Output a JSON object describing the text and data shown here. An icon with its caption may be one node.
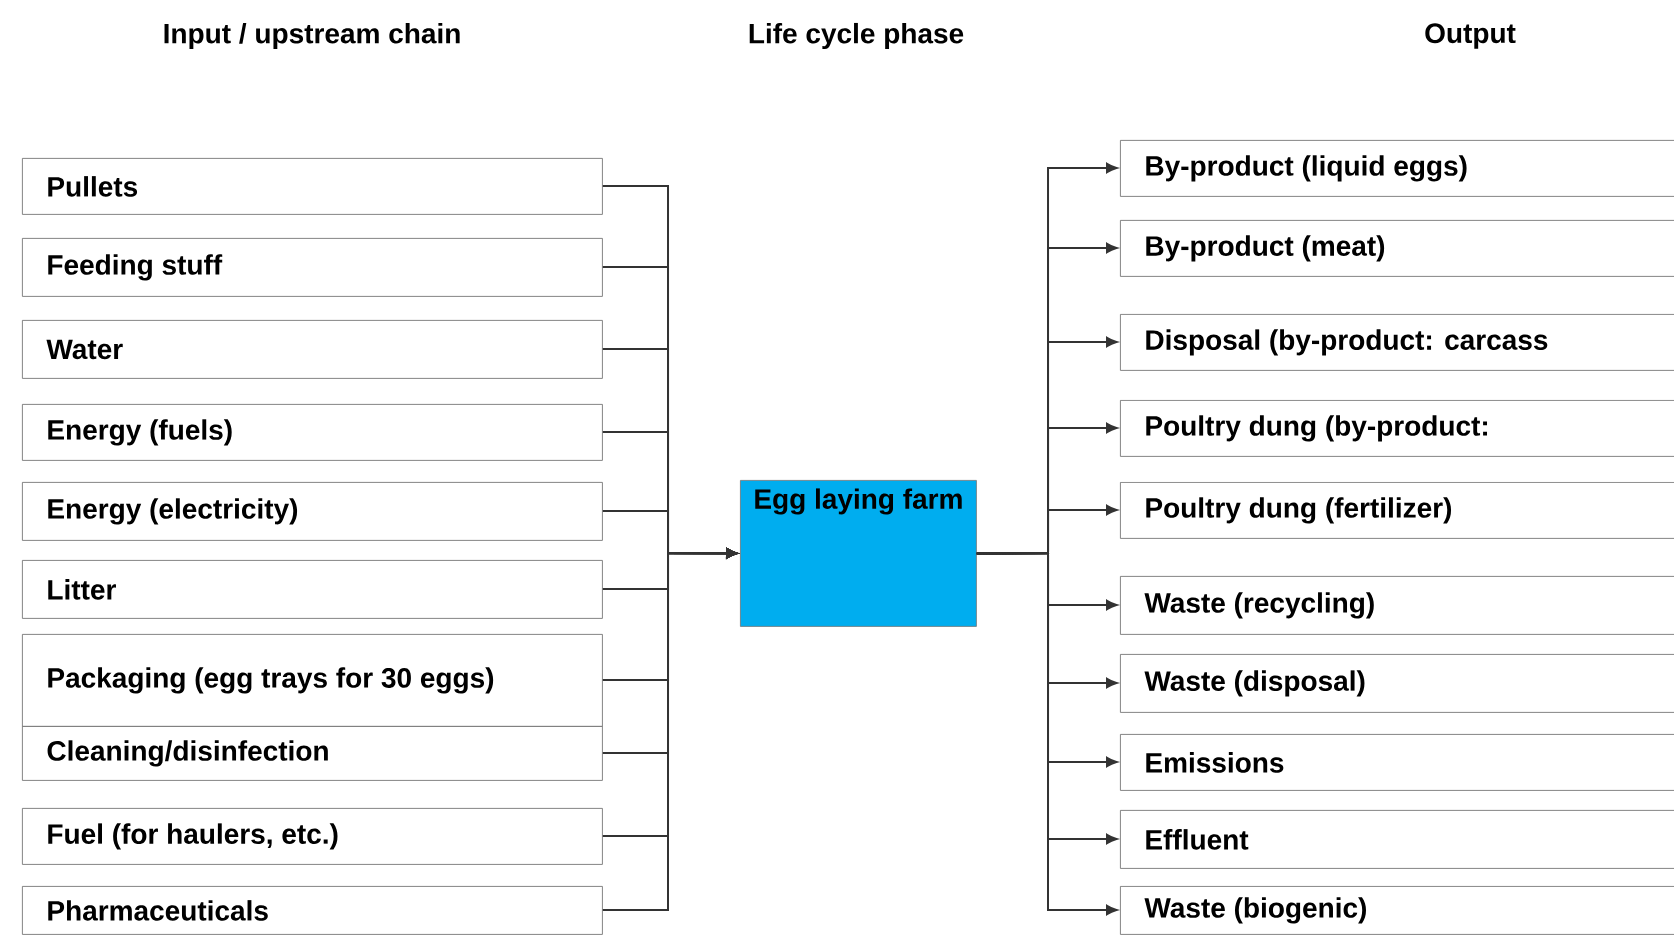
{
  "diagram": {
    "nodes": [
      {
        "text": [
          "Pullets"
        ]
      },
      {
        "text": [
          "Feeding stuff"
        ]
      },
      {
        "text": [
          "Water"
        ]
      },
      {
        "text": [
          "Energy (fuels)"
        ]
      },
      {
        "text": [
          "Energy (electricity)"
        ]
      },
      {
        "text": [
          "Litter"
        ]
      },
      {
        "text": [
          "Packaging (egg trays for 30 eggs)"
        ]
      },
      {
        "text": [
          "Cleaning/disinfection"
        ]
      },
      {
        "text": [
          "Fuel (for haulers, etc.)"
        ]
      },
      {
        "text": [
          "Pharmaceuticals"
        ]
      },
      {
        "text": [
          "Egg laying farm"
        ]
      },
      {
        "text": [
          "By-product (liquid eggs)"
        ]
      },
      {
        "text": [
          "By-product (meat)"
        ]
      },
      {
        "text": [
          "Disposal (by-product: carcass"
        ]
      },
      {
        "text": [
          "Poultry dung (by-product:"
        ]
      },
      {
        "text": [
          "Poultry dung (fertilizer)"
        ]
      },
      {
        "text": [
          "Waste (recycling)"
        ]
      },
      {
        "text": [
          "Waste (disposal)"
        ]
      },
      {
        "text": [
          "Emissions"
        ]
      },
      {
        "text": [
          "Effluent"
        ]
      },
      {
        "text": [
          "Waste (biogenic)"
        ]
      }
    ],
    "edges": [
      {
        "from": 0,
        "to": 10,
        "arrow": "to"
      },
      {
        "from": 1,
        "to": 10,
        "arrow": "to"
      },
      {
        "from": 2,
        "to": 10,
        "arrow": "to"
      },
      {
        "from": 3,
        "to": 10,
        "arrow": "to"
      },
      {
        "from": 4,
        "to": 10,
        "arrow": "to"
      },
      {
        "from": 5,
        "to": 10,
        "arrow": "to"
      },
      {
        "from": 6,
        "to": 10,
        "arrow": "to"
      },
      {
        "from": 7,
        "to": 10,
        "arrow": "to"
      },
      {
        "from": 8,
        "to": 10,
        "arrow": "to"
      },
      {
        "from": 9,
        "to": 10,
        "arrow": "to"
      },
      {
        "from": 10,
        "to": 11,
        "arrow": "to"
      },
      {
        "from": 10,
        "to": 12,
        "arrow": "to"
      },
      {
        "from": 10,
        "to": 13,
        "arrow": "to"
      },
      {
        "from": 10,
        "to": 14,
        "arrow": "to"
      },
      {
        "from": 10,
        "to": 15,
        "arrow": "to"
      },
      {
        "from": 10,
        "to": 16,
        "arrow": "to"
      },
      {
        "from": 10,
        "to": 17,
        "arrow": "to"
      },
      {
        "from": 10,
        "to": 18,
        "arrow": "to"
      },
      {
        "from": 10,
        "to": 19,
        "arrow": "to"
      },
      {
        "from": 10,
        "to": 20,
        "arrow": "to"
      }
    ],
    "labels": [
      "Input / upstream chain",
      "Life cycle phase",
      "Output"
    ]
  }
}
